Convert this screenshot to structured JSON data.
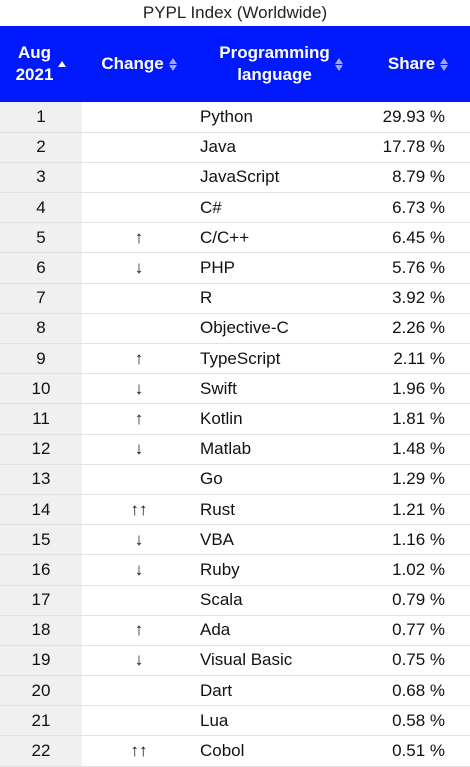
{
  "caption": "PYPL Index (Worldwide)",
  "header": {
    "rank": [
      "Aug",
      "2021"
    ],
    "change": "Change",
    "language": [
      "Programming",
      "language"
    ],
    "share": "Share"
  },
  "rows": [
    {
      "rank": "1",
      "change": "",
      "language": "Python",
      "share": "29.93 %"
    },
    {
      "rank": "2",
      "change": "",
      "language": "Java",
      "share": "17.78 %"
    },
    {
      "rank": "3",
      "change": "",
      "language": "JavaScript",
      "share": "8.79 %"
    },
    {
      "rank": "4",
      "change": "",
      "language": "C#",
      "share": "6.73 %"
    },
    {
      "rank": "5",
      "change": "↑",
      "language": "C/C++",
      "share": "6.45 %"
    },
    {
      "rank": "6",
      "change": "↓",
      "language": "PHP",
      "share": "5.76 %"
    },
    {
      "rank": "7",
      "change": "",
      "language": "R",
      "share": "3.92 %"
    },
    {
      "rank": "8",
      "change": "",
      "language": "Objective-C",
      "share": "2.26 %"
    },
    {
      "rank": "9",
      "change": "↑",
      "language": "TypeScript",
      "share": "2.11 %"
    },
    {
      "rank": "10",
      "change": "↓",
      "language": "Swift",
      "share": "1.96 %"
    },
    {
      "rank": "11",
      "change": "↑",
      "language": "Kotlin",
      "share": "1.81 %"
    },
    {
      "rank": "12",
      "change": "↓",
      "language": "Matlab",
      "share": "1.48 %"
    },
    {
      "rank": "13",
      "change": "",
      "language": "Go",
      "share": "1.29 %"
    },
    {
      "rank": "14",
      "change": "↑↑",
      "language": "Rust",
      "share": "1.21 %"
    },
    {
      "rank": "15",
      "change": "↓",
      "language": "VBA",
      "share": "1.16 %"
    },
    {
      "rank": "16",
      "change": "↓",
      "language": "Ruby",
      "share": "1.02 %"
    },
    {
      "rank": "17",
      "change": "",
      "language": "Scala",
      "share": "0.79 %"
    },
    {
      "rank": "18",
      "change": "↑",
      "language": "Ada",
      "share": "0.77 %"
    },
    {
      "rank": "19",
      "change": "↓",
      "language": "Visual Basic",
      "share": "0.75 %"
    },
    {
      "rank": "20",
      "change": "",
      "language": "Dart",
      "share": "0.68 %"
    },
    {
      "rank": "21",
      "change": "",
      "language": "Lua",
      "share": "0.58 %"
    },
    {
      "rank": "22",
      "change": "↑↑",
      "language": "Cobol",
      "share": "0.51 %"
    }
  ],
  "colors": {
    "header_bg": "#0019ff",
    "header_text": "#ffffff",
    "rank_bg": "#f0f0f0"
  }
}
